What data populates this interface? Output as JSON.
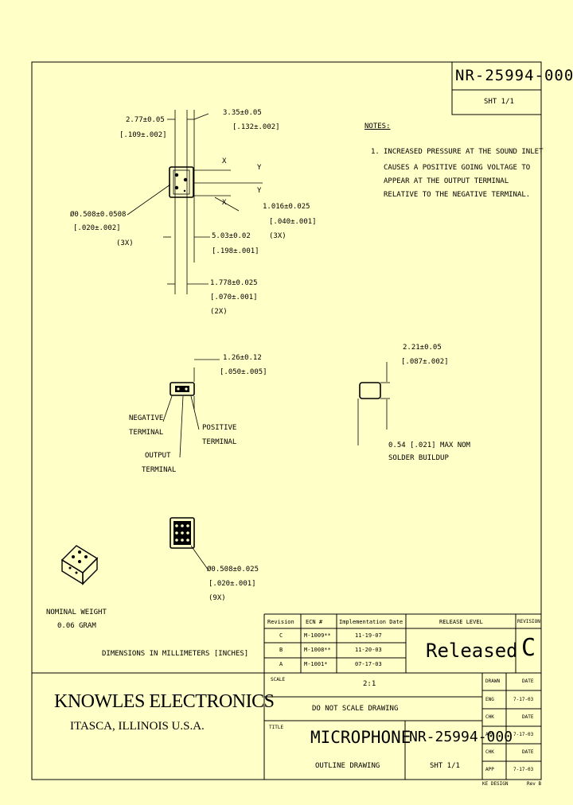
{
  "title_block": {
    "part_number": "NR-25994-000",
    "sheet": "SHT 1/1",
    "company": "KNOWLES ELECTRONICS",
    "location": "ITASCA, ILLINOIS U.S.A.",
    "scale_label": "SCALE",
    "scale": "2:1",
    "do_not_scale": "DO NOT SCALE DRAWING",
    "title_label": "TITLE",
    "title": "MICROPHONE",
    "subtitle": "OUTLINE DRAWING",
    "release_level_label": "RELEASE LEVEL",
    "release_level": "Released",
    "revision_label": "REVISION",
    "revision": "C",
    "revision_table": {
      "headers": [
        "Revision",
        "ECN #",
        "Implementation Date"
      ],
      "rows": [
        [
          "C",
          "M-1009**",
          "11-19-07"
        ],
        [
          "B",
          "M-1008**",
          "11-20-03"
        ],
        [
          "A",
          "M-1001*",
          "07-17-03"
        ]
      ]
    },
    "approvals": [
      {
        "role": "DRAWN",
        "date_label": "DATE",
        "date": ""
      },
      {
        "role": "ENG",
        "date_label": "",
        "date": "7-17-03"
      },
      {
        "role": "CHK",
        "date_label": "DATE",
        "date": ""
      },
      {
        "role": "APP",
        "date_label": "",
        "date": "7-17-03"
      },
      {
        "role": "CHK",
        "date_label": "DATE",
        "date": ""
      },
      {
        "role": "APP",
        "date_label": "",
        "date": "7-17-03"
      }
    ],
    "footer_left": "KE DESIGN",
    "footer_right": "Rev B"
  },
  "notes": {
    "heading": "NOTES:",
    "items": [
      {
        "num": "1.",
        "lines": [
          "INCREASED PRESSURE AT THE SOUND INLET",
          "CAUSES A POSITIVE GOING VOLTAGE TO",
          "APPEAR AT THE OUTPUT TERMINAL",
          "RELATIVE TO THE NEGATIVE TERMINAL."
        ]
      }
    ]
  },
  "dimensions": {
    "d1": [
      "2.77±0.05",
      "[.109±.002]"
    ],
    "d2": [
      "3.35±0.05",
      "[.132±.002]"
    ],
    "diameter": [
      "Ø0.508±0.0508",
      "[.020±.002]",
      "(3X)"
    ],
    "d3": [
      "1.016±0.025",
      "[.040±.001]",
      "(3X)"
    ],
    "d4": [
      "5.03±0.02",
      "[.198±.001]"
    ],
    "d5": [
      "1.778±0.025",
      "[.070±.001]",
      "(2X)"
    ],
    "d6": [
      "1.26±0.12",
      "[.050±.005]"
    ],
    "side_height": [
      "2.21±0.05",
      "[.087±.002]"
    ],
    "solder": [
      "0.54 [.021] MAX NOM",
      "SOLDER BUILDUP"
    ],
    "pad_diameter": [
      "Ø0.508±0.025",
      "[.020±.001]",
      "(9X)"
    ],
    "dim_x": "X",
    "dim_y": "Y"
  },
  "labels": {
    "negative": [
      "NEGATIVE",
      "TERMINAL"
    ],
    "positive": [
      "POSITIVE",
      "TERMINAL"
    ],
    "output": [
      "OUTPUT",
      "TERMINAL"
    ],
    "weight": [
      "NOMINAL WEIGHT",
      "0.06 GRAM"
    ],
    "units_note": "DIMENSIONS IN MILLIMETERS [INCHES]"
  }
}
